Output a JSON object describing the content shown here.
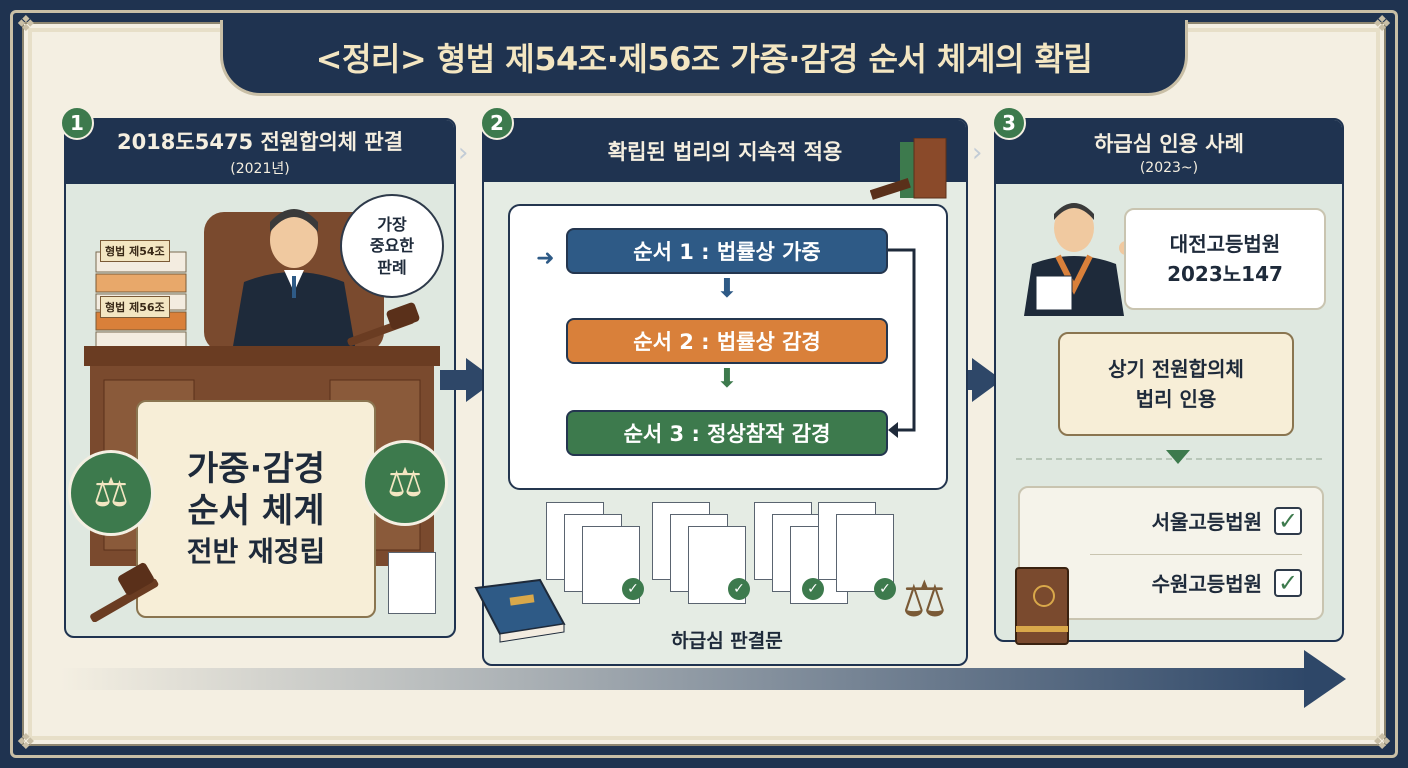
{
  "title": "<정리> 형법 제54조·제56조 가중·감경 순서 체계의 확립",
  "panels": [
    {
      "number": "1",
      "heading": "2018도5475 전원합의체 판결",
      "subheading": "(2021년)",
      "speech": [
        "가장",
        "중요한",
        "판례"
      ],
      "book_labels": [
        "형법 제54조",
        "형법 제56조"
      ],
      "scroll_text": [
        "가중·감경",
        "순서 체계",
        "전반 재정립"
      ]
    },
    {
      "number": "2",
      "heading": "확립된 법리의 지속적 적용",
      "steps": [
        {
          "label": "순서 1 : 법률상 가중",
          "color": "#2e5a86"
        },
        {
          "label": "순서 2 : 법률상 감경",
          "color": "#d9803a"
        },
        {
          "label": "순서 3 : 정상참작 감경",
          "color": "#3d7a4d"
        }
      ],
      "documents_caption": "하급심 판결문"
    },
    {
      "number": "3",
      "heading": "하급심 인용 사례",
      "subheading": "(2023~)",
      "speech": [
        "대전고등법원",
        "2023노147"
      ],
      "scroll_text": [
        "상기 전원합의체",
        "법리 인용"
      ],
      "courts": [
        "서울고등법원",
        "수원고등법원"
      ]
    }
  ],
  "icons": {
    "arrow": "arrow-right-icon",
    "check": "checkmark-icon",
    "scales": "scales-of-justice-icon",
    "gavel": "gavel-icon"
  },
  "colors": {
    "navy": "#1f3350",
    "green": "#3d7a4d",
    "orange": "#d9803a",
    "blue": "#2e5a86",
    "parchment": "#f4efe2"
  }
}
